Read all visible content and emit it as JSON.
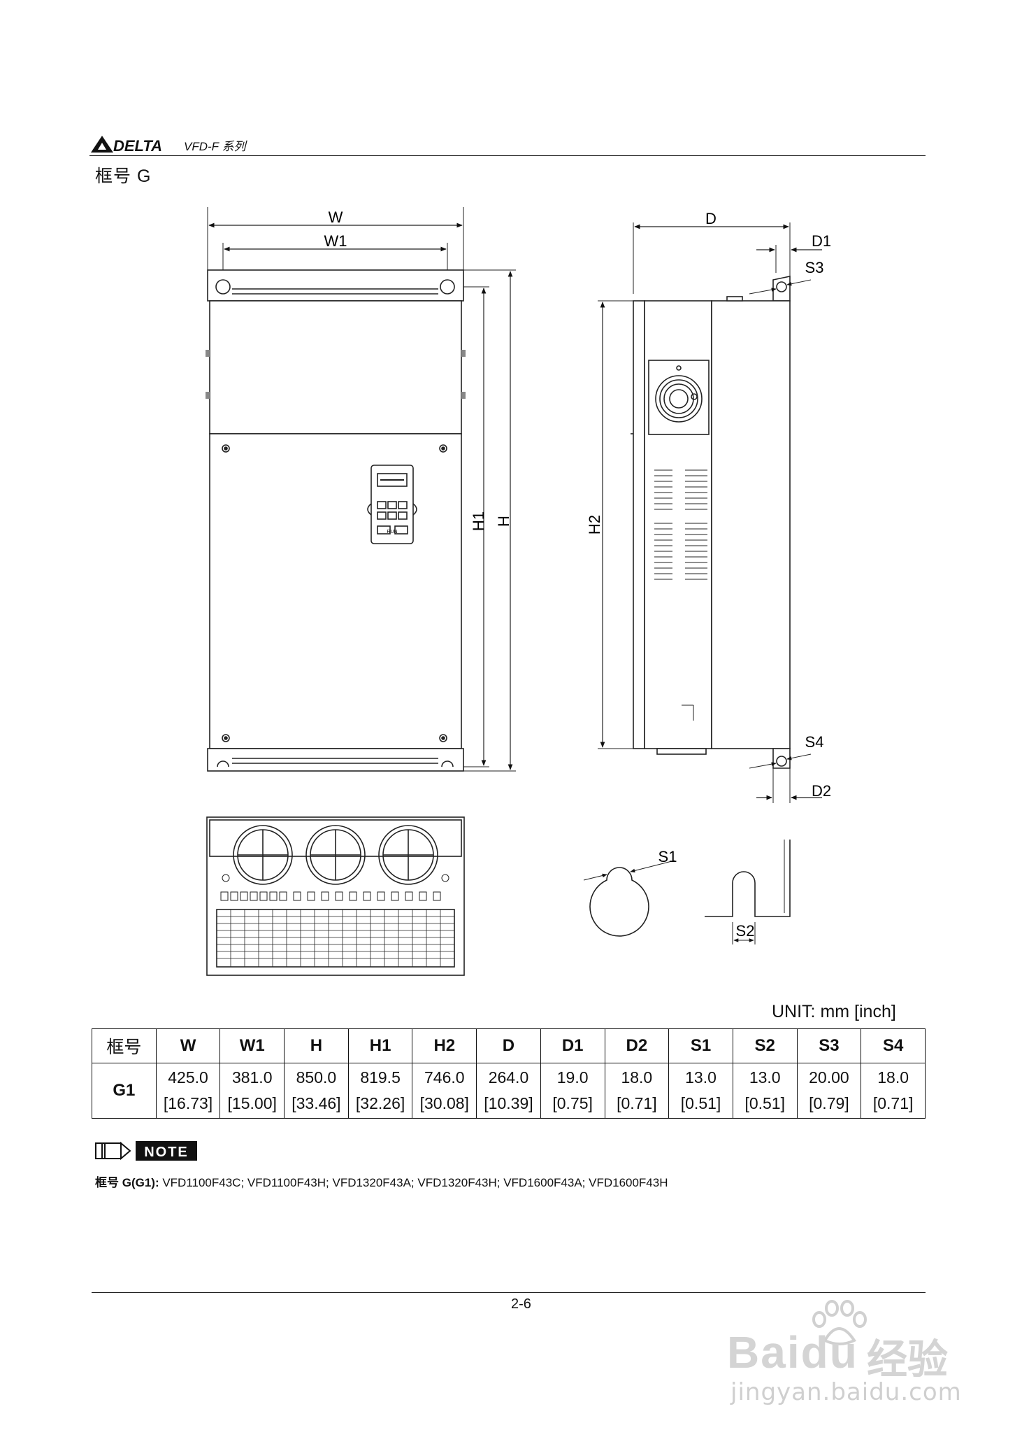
{
  "header": {
    "logo_text": "DELTA",
    "series": "VFD-F 系列",
    "frame_title": "框号 G"
  },
  "drawing": {
    "labels": {
      "W": "W",
      "W1": "W1",
      "H": "H",
      "H1": "H1",
      "H2": "H2",
      "D": "D",
      "D1": "D1",
      "D2": "D2",
      "S1": "S1",
      "S2": "S2",
      "S3": "S3",
      "S4": "S4"
    },
    "keypad_button": "RUN"
  },
  "unit": "UNIT:  mm  [inch]",
  "table": {
    "headers": [
      "框号",
      "W",
      "W1",
      "H",
      "H1",
      "H2",
      "D",
      "D1",
      "D2",
      "S1",
      "S2",
      "S3",
      "S4"
    ],
    "rows": [
      {
        "model": "G1",
        "mm": [
          "425.0",
          "381.0",
          "850.0",
          "819.5",
          "746.0",
          "264.0",
          "19.0",
          "18.0",
          "13.0",
          "13.0",
          "20.00",
          "18.0"
        ],
        "inch": [
          "[16.73]",
          "[15.00]",
          "[33.46]",
          "[32.26]",
          "[30.08]",
          "[10.39]",
          "[0.75]",
          "[0.71]",
          "[0.51]",
          "[0.51]",
          "[0.79]",
          "[0.71]"
        ]
      }
    ]
  },
  "note": {
    "badge": "NOTE",
    "prefix": "框号 G(G1):",
    "models": " VFD1100F43C; VFD1100F43H; VFD1320F43A; VFD1320F43H; VFD1600F43A; VFD1600F43H"
  },
  "footer": {
    "page": "2-6"
  },
  "watermark": {
    "brand": "Bai",
    "brand2": "du",
    "jingyan": "经验",
    "url": "jingyan.baidu.com"
  }
}
